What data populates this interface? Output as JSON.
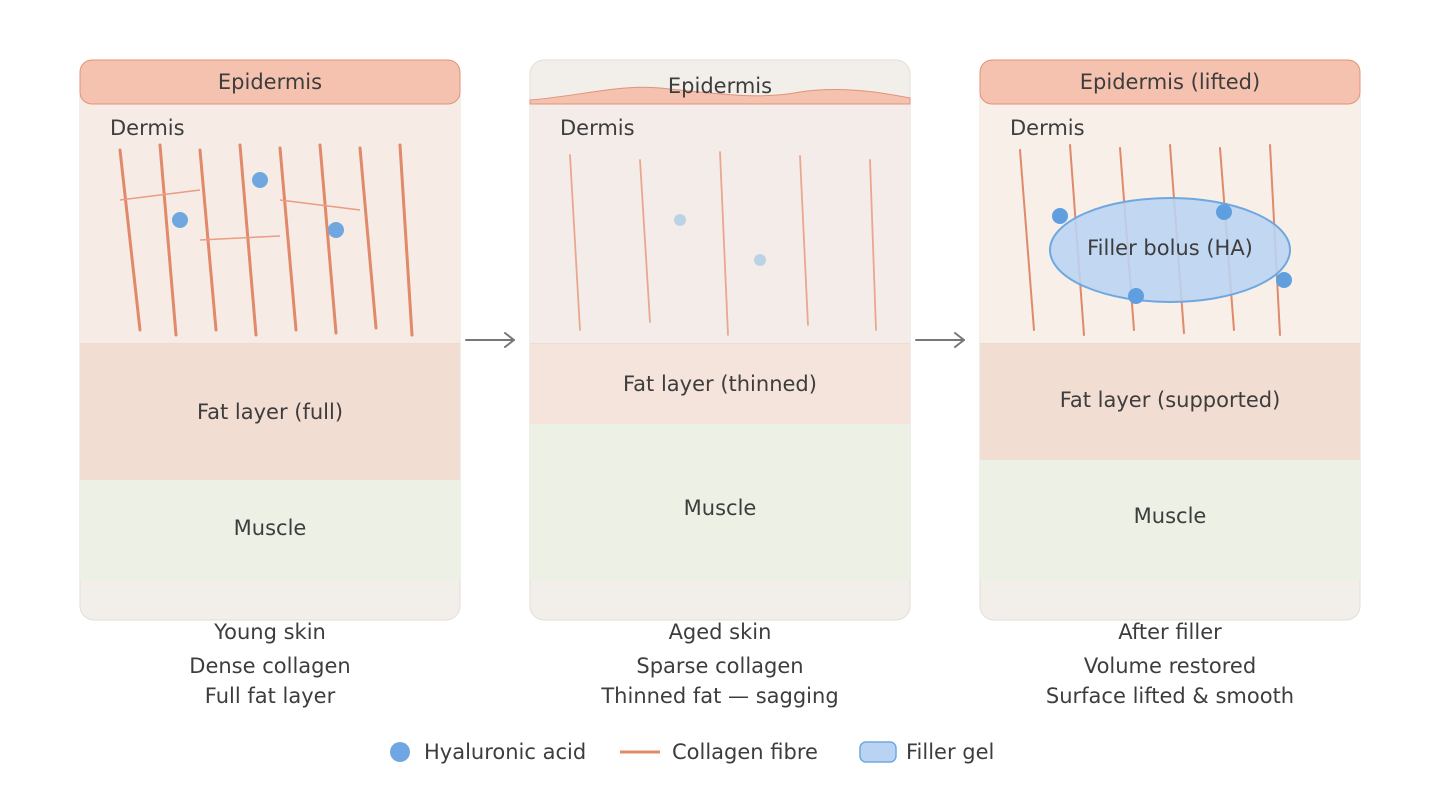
{
  "panels": [
    {
      "epidermis_label": "Epidermis",
      "dermis_label": "Dermis",
      "fat_label": "Fat layer (full)",
      "muscle_label": "Muscle",
      "caption_title": "Young skin",
      "caption_line1": "Dense collagen",
      "caption_line2": "Full fat layer"
    },
    {
      "epidermis_label": "Epidermis",
      "dermis_label": "Dermis",
      "fat_label": "Fat layer (thinned)",
      "muscle_label": "Muscle",
      "caption_title": "Aged skin",
      "caption_line1": "Sparse collagen",
      "caption_line2": "Thinned fat — sagging"
    },
    {
      "epidermis_label": "Epidermis (lifted)",
      "dermis_label": "Dermis",
      "filler_label": "Filler bolus (HA)",
      "fat_label": "Fat layer (supported)",
      "muscle_label": "Muscle",
      "caption_title": "After filler",
      "caption_line1": "Volume restored",
      "caption_line2": "Surface lifted & smooth"
    }
  ],
  "legend": {
    "hyaluronic_acid": "Hyaluronic acid",
    "collagen_fibre": "Collagen fibre",
    "filler_gel": "Filler gel"
  },
  "colors": {
    "epidermis": "#f5c2b0",
    "epidermis_stroke": "#e0937a",
    "dermis": "#f7ebe6",
    "fat": "#f2ddd3",
    "muscle": "#edf0e4",
    "panel_bg": "#f2efea",
    "collagen": "#e08a6a",
    "hyaluronic": "#6fa8e0",
    "filler_fill": "#b9d4f3",
    "filler_stroke": "#6fa8e0",
    "arrow": "#777777",
    "text": "#3d3d3d"
  }
}
